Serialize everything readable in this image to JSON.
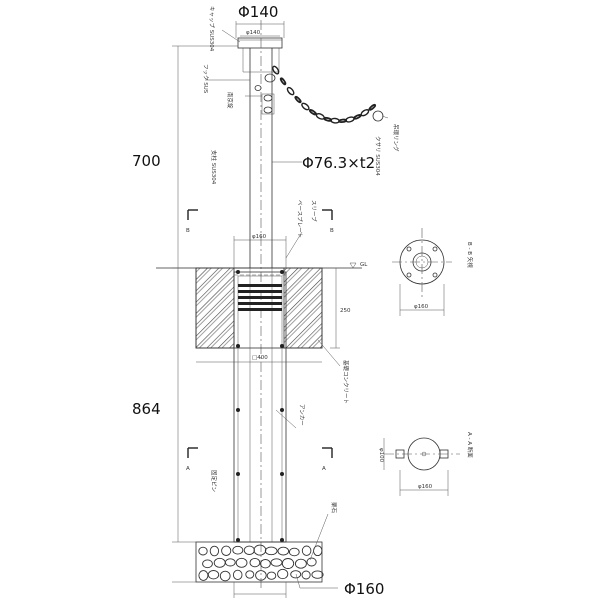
{
  "callouts": {
    "top_diameter": "Φ140",
    "post_diameter": "Φ76.3×t2",
    "base_diameter": "Φ160"
  },
  "dimensions": {
    "above_ground": "700",
    "below_ground": "864"
  },
  "section_marks": {
    "b_left": "B",
    "b_right": "B",
    "a_left": "A",
    "a_right": "A",
    "b_title": "B - B 矢視",
    "a_title": "A - A 断面"
  },
  "small_dims": {
    "cap": "φ140",
    "sleeve": "φ160",
    "sleeve_depth": "250",
    "foundation": "□400",
    "ground": "GL",
    "section_b_dia": "φ160",
    "section_a_dia": "φ160",
    "section_a_height": "φ100"
  },
  "part_labels": {
    "cap_material": "キャップ SUS304",
    "chain_hook": "フック SUS",
    "padlock": "南京錠",
    "post_pipe": "支柱 SUS304",
    "chain": "クサリ SUS304",
    "ring": "吊環リング",
    "base_plate": "ベースプレート",
    "concrete": "基礎コンクリート",
    "anchor": "アンカー",
    "gravel": "栗石",
    "sleeve_tube": "スリーブ",
    "pin": "固定ピン"
  },
  "colors": {
    "line": "#333333",
    "text": "#111111",
    "background": "#ffffff"
  }
}
